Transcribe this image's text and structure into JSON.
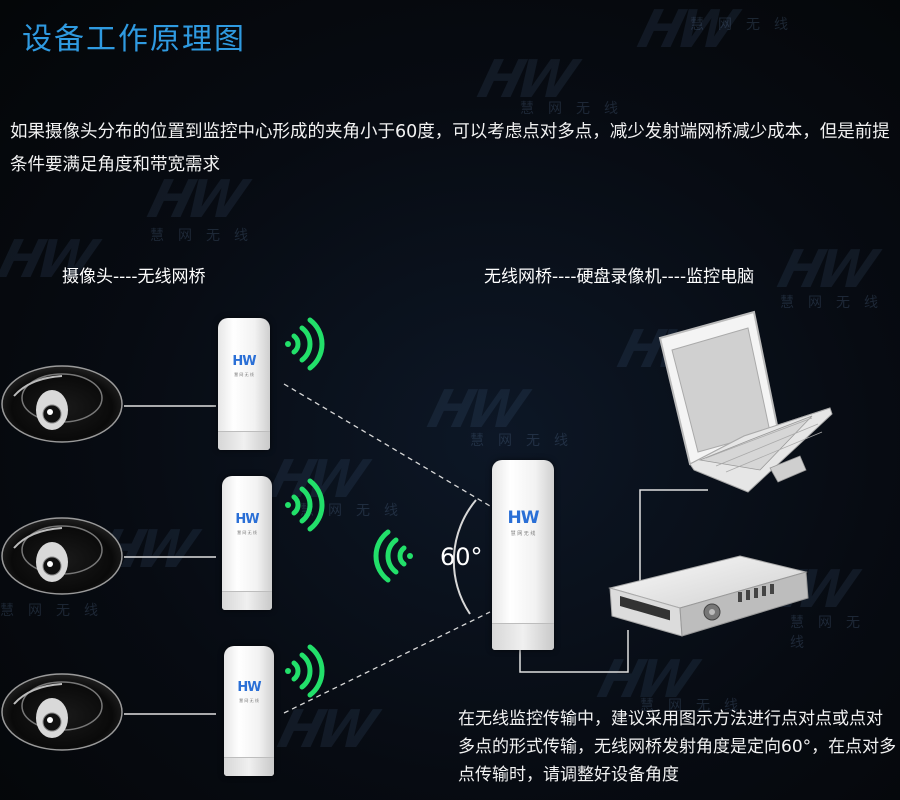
{
  "title": "设备工作原理图",
  "intro": "如果摄像头分布的位置到监控中心形成的夹角小于60度，可以考虑点对多点，减少发射端网桥减少成本，但是前提条件要满足角度和带宽需求",
  "left_label": "摄像头----无线网桥",
  "right_label": "无线网桥----硬盘录像机----监控电脑",
  "angle_label": "60°",
  "device_logo": "HW",
  "device_sub": "慧 网 无 线",
  "note": "在无线监控传输中，建议采用图示方法进行点对点或点对多点的形式传输，无线网桥发射角度是定向60°，在点对多点传输时，请调整好设备角度",
  "watermark": {
    "logo": "HW",
    "text": "慧网无线"
  },
  "colors": {
    "title": "#2f9ae0",
    "signal": "#22e06a",
    "background": "#070b12"
  }
}
